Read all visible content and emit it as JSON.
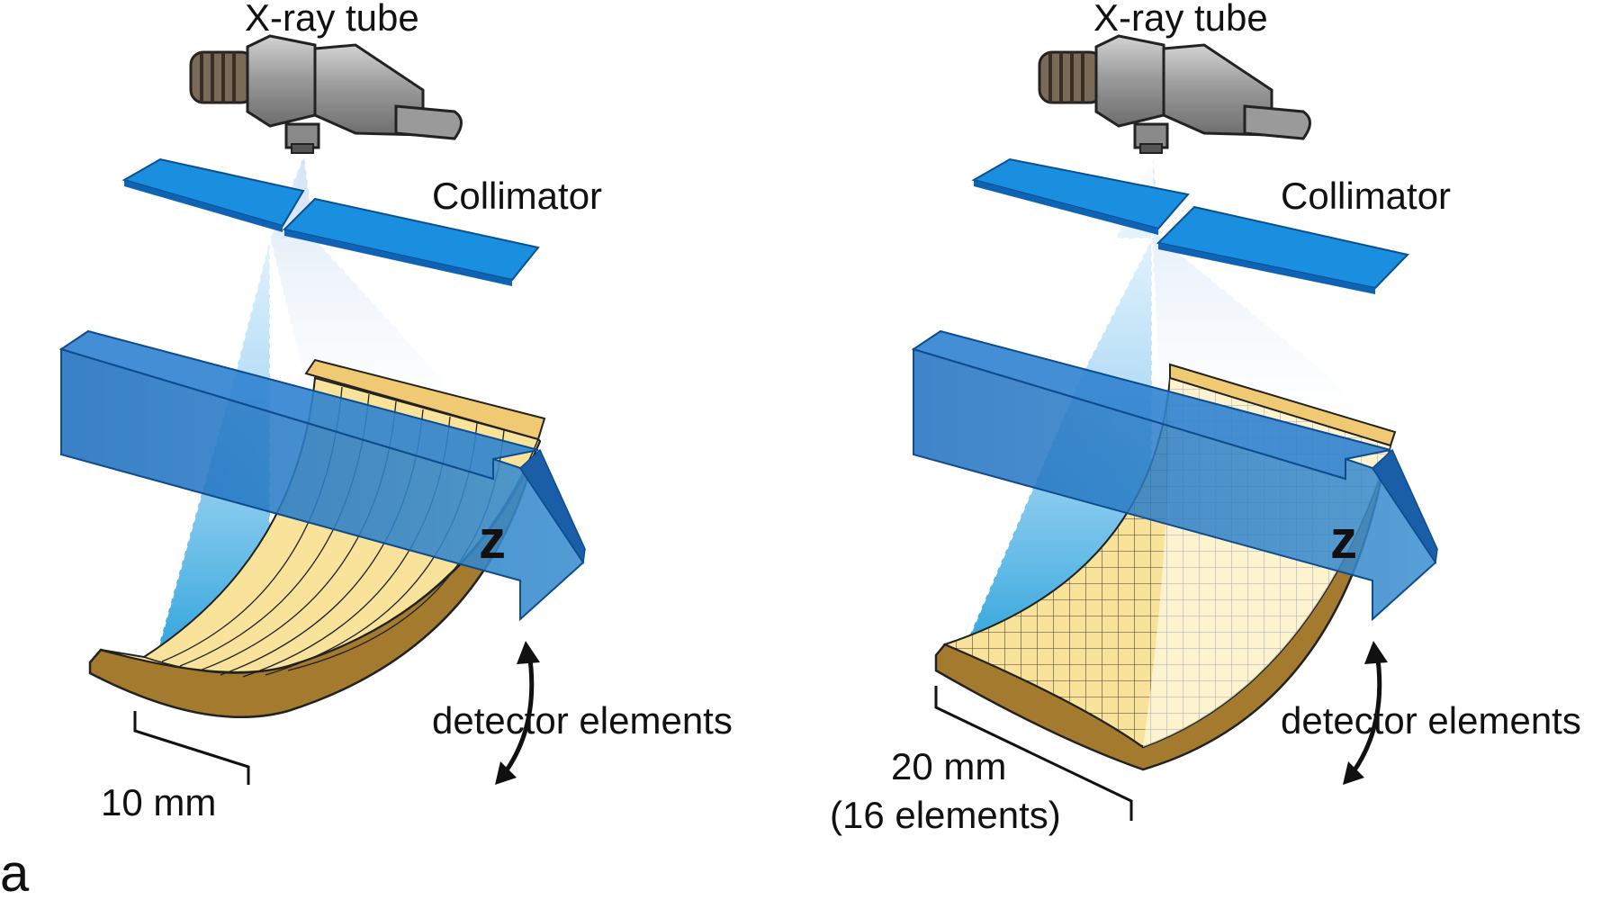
{
  "panel_label": "a",
  "colors": {
    "collimator": "#1a8fe0",
    "beam": "#3aa6e6",
    "z_arrow": "#1f75c0",
    "detector_face": "#f9e39a",
    "detector_edge": "#a37a2e"
  },
  "left": {
    "tube_label": "X-ray tube",
    "collimator_label": "Collimator",
    "z_label": "z",
    "elements_label": "detector elements",
    "width_label": "10 mm",
    "width_sublabel": ""
  },
  "right": {
    "tube_label": "X-ray tube",
    "collimator_label": "Collimator",
    "z_label": "z",
    "elements_label": "detector elements",
    "width_label": "20 mm",
    "width_sublabel": "(16 elements)"
  }
}
